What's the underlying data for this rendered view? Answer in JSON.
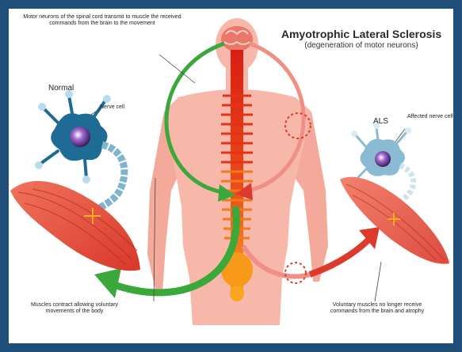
{
  "diagram": {
    "title": "Amyotrophic Lateral Sclerosis",
    "subtitle": "(degeneration of motor neurons)",
    "top_caption": "Motor neurons of the spinal cord transmit to muscle the received commands from the brain to the movement",
    "normal_label": "Normal",
    "nerve_cell_label": "Nerve cell",
    "als_label": "ALS",
    "affected_label": "Affected nerve cell",
    "left_caption": "Muscles contract allowing voluntary movements of the body",
    "right_caption": "Voluntary muscles no longer receive commands from the brain and atrophy"
  },
  "colors": {
    "frame": "#1f4f78",
    "body": "#f7b8aa",
    "spine_top": "#d81e14",
    "spine_bottom": "#f79a1a",
    "green_arrow": "#3aa83a",
    "red_arrow": "#dd3a2e",
    "neuron_normal": "#1e6c96",
    "muscle": "#e54a36"
  }
}
